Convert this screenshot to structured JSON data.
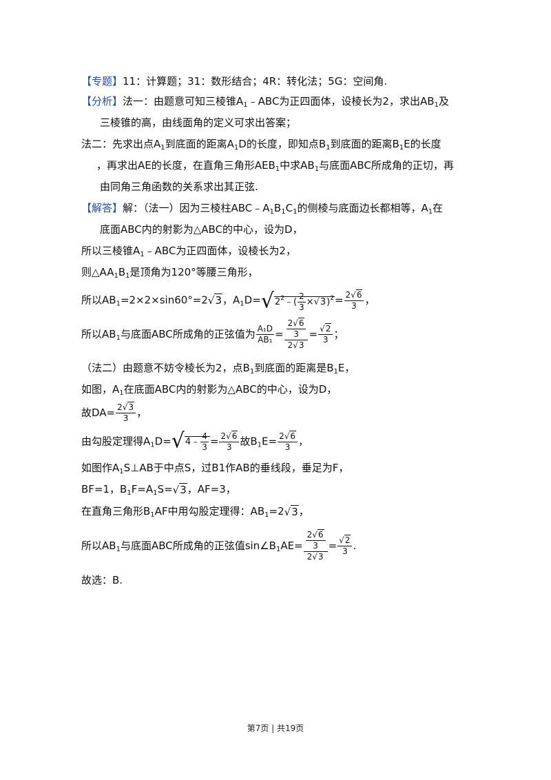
{
  "l1": {
    "tag": "【专题】",
    "text": "11：计算题；31：数形结合；4R：转化法；5G：空间角."
  },
  "l2": {
    "tag": "【分析】",
    "t1": "法一：由题意可知三棱锥A",
    "t2": "﹣ABC为正四面体，设棱长为2，求出AB",
    "t3": "及"
  },
  "l3": {
    "text": "三棱锥的高，由线面角的定义可求出答案；"
  },
  "l4": {
    "t1": "法二：先求出点A",
    "t2": "到底面的距离A",
    "t3": "D的长度，即知点B",
    "t4": "到底面的距离B",
    "t5": "E的长度"
  },
  "l5": {
    "t1": "，再求出AE的长度，在直角三角形AEB",
    "t2": "中求AB",
    "t3": "与底面ABC所成角的正切，再"
  },
  "l6": {
    "text": "由同角三角函数的关系求出其正弦."
  },
  "l7": {
    "tag": "【解答】",
    "t1": "解：（法一）因为三棱柱ABC﹣A",
    "t2": "B",
    "t3": "C",
    "t4": "的侧棱与底面边长都相等，A",
    "t5": "在"
  },
  "l8": {
    "text": "底面ABC内的射影为△ABC的中心，设为D，"
  },
  "l9": {
    "t1": "所以三棱锥A",
    "t2": "﹣ABC为正四面体，设棱长为2，"
  },
  "l10": {
    "t1": "则△AA",
    "t2": "B",
    "t3": "是顶角为120°等腰三角形，"
  },
  "l11": {
    "t1": "所以AB",
    "t2": "=2×2×sin60°=2",
    "r1": "3",
    "t3": "，A",
    "t4": "D=",
    "rad_a": "2",
    "rad_b": "2",
    "rad_c": "﹣(",
    "fr_n": "2",
    "fr_d": "3",
    "rad_d": "×",
    "r2": "3",
    "rad_e": ")",
    "rad_f": "2",
    "t5": "=",
    "f2_n1": "2",
    "f2_n2": "6",
    "f2_d": "3",
    "t6": "，"
  },
  "l12": {
    "t1": "所以AB",
    "t2": "与底面ABC所成角的正弦值为",
    "f1_n": "A₁D",
    "f1_d": "AB₁",
    "eq": "=",
    "cf_n1": "2",
    "cf_n2": "6",
    "cf_n3": "3",
    "cf_d1": "2",
    "cf_d2": "3",
    "eq2": "=",
    "rf_n": "2",
    "rf_d": "3",
    "t3": "；"
  },
  "l13": {
    "t1": "（法二）由题意不妨令棱长为2，点B",
    "t2": "到底面的距离是B",
    "t3": "E，"
  },
  "l14": {
    "t1": "如图，A",
    "t2": "在底面ABC内的射影为△ABC的中心，设为D，"
  },
  "l15": {
    "t1": "故DA=",
    "f_n1": "2",
    "f_n2": "3",
    "f_d": "3",
    "t2": "，"
  },
  "l16": {
    "t1": "由勾股定理得A",
    "t2": "D=",
    "r_a": "4",
    "r_b": "﹣",
    "r_n": "4",
    "r_d": "3",
    "eq": "=",
    "f_n1": "2",
    "f_n2": "6",
    "f_d": "3",
    "t3": "故B",
    "t4": "E=",
    "g_n1": "2",
    "g_n2": "6",
    "g_d": "3",
    "t5": "，"
  },
  "l17": {
    "t1": "如图作A",
    "t2": "S⊥AB于中点S，过B1作AB的垂线段，垂足为F，"
  },
  "l18": {
    "t1": "BF=1，B",
    "t2": "F=A",
    "t3": "S=",
    "r": "3",
    "t4": "，AF=3，"
  },
  "l19": {
    "t1": "在直角三角形B",
    "t2": "AF中用勾股定理得：AB",
    "t3": "=2",
    "r": "3",
    "t4": "，"
  },
  "l20": {
    "t1": "所以AB",
    "t2": "与底面ABC所成角的正弦值sin∠B",
    "t3": "AE=",
    "cf_n1": "2",
    "cf_n2": "6",
    "cf_n3": "3",
    "cf_d1": "2",
    "cf_d2": "3",
    "eq": "=",
    "rf_n": "2",
    "rf_d": "3",
    "t4": "."
  },
  "l21": {
    "text": "故选：B."
  },
  "sub": {
    "one": "1"
  },
  "footer": {
    "page": "第7页",
    "sep": "|",
    "total": "共19页"
  }
}
